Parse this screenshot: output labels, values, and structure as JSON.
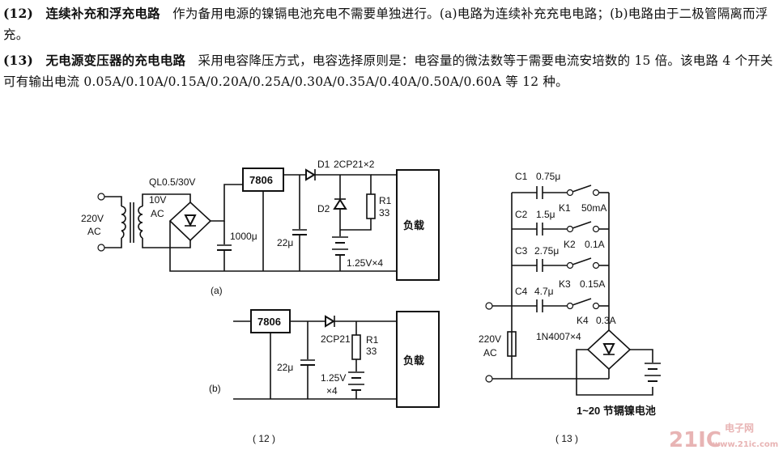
{
  "text": {
    "p12_num": "(12)",
    "p12_title": "连续补充和浮充电路",
    "p12_body": "作为备用电源的镍镉电池充电不需要单独进行。(a)电路为连续补充充电电路；(b)电路由于二极管隔离而浮充。",
    "p13_num": "(13)",
    "p13_title": "无电源变压器的充电电路",
    "p13_body": "采用电容降压方式，电容选择原则是：电容量的微法数等于需要电流安培数的 15 倍。该电路 4 个开关可有输出电流 0.05A/0.10A/0.15A/0.20A/0.25A/0.30A/0.35A/0.40A/0.50A/0.60A 等 12 种。"
  },
  "fig12a": {
    "source": "220V",
    "source2": "AC",
    "transformer": "QL0.5/30V",
    "sec": "10V",
    "sec2": "AC",
    "reg": "7806",
    "cap1": "1000μ",
    "cap2": "22μ",
    "d1": "D1",
    "d1val": "2CP21×2",
    "d2": "D2",
    "r1": "R1",
    "r1val": "33",
    "battery": "1.25V×4",
    "load": "负载",
    "caption": "(a)"
  },
  "fig12b": {
    "reg": "7806",
    "cap": "22μ",
    "diode": "2CP21",
    "r1": "R1",
    "r1val": "33",
    "battery": "1.25V",
    "battery2": "×4",
    "load": "负载",
    "caption": "(b)"
  },
  "fig13": {
    "c1": "C1",
    "c1val": "0.75μ",
    "c2": "C2",
    "c2val": "1.5μ",
    "c3": "C3",
    "c3val": "2.75μ",
    "c4": "C4",
    "c4val": "4.7μ",
    "k1": "K1",
    "k1val": "50mA",
    "k2": "K2",
    "k2val": "0.1A",
    "k3": "K3",
    "k3val": "0.15A",
    "k4": "K4",
    "k4val": "0.3A",
    "source": "220V",
    "source2": "AC",
    "bridge": "1N4007×4",
    "battery": "1~20 节镉镍电池"
  },
  "captions": {
    "fig12": "( 12 )",
    "fig13": "( 13 )"
  },
  "watermark": {
    "logo": "21IC",
    "site": "电子网",
    "url": "www.21ic.com"
  }
}
